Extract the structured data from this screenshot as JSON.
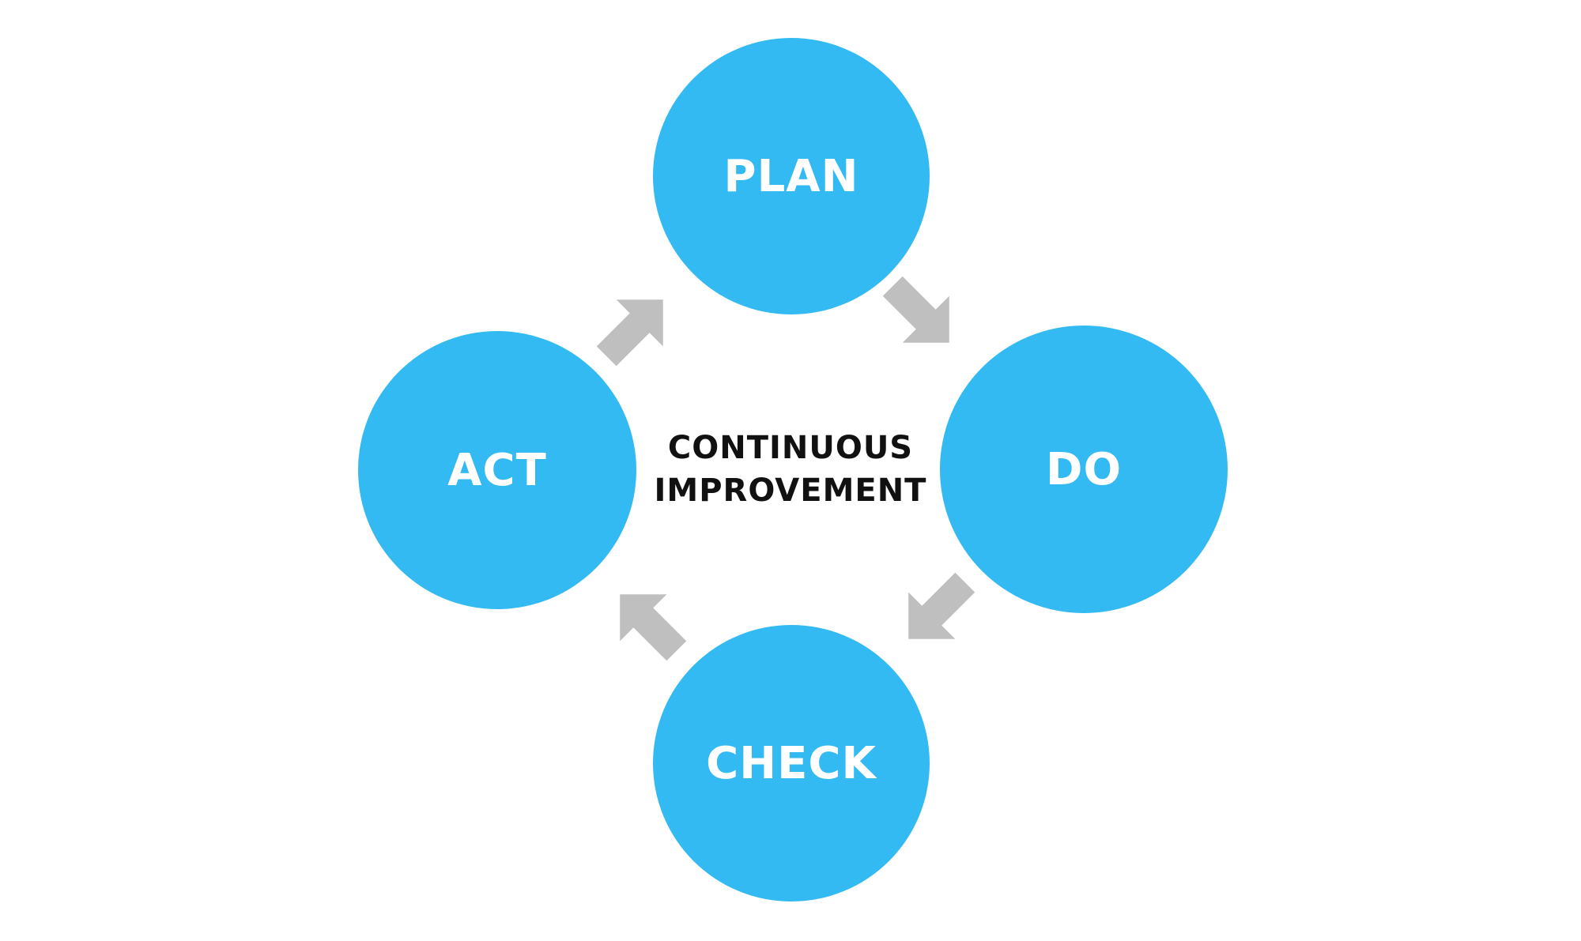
{
  "diagram": {
    "center": {
      "line1": "CONTINUOUS",
      "line2": "IMPROVEMENT"
    },
    "steps": [
      {
        "id": "plan",
        "label": "PLAN"
      },
      {
        "id": "do",
        "label": "DO"
      },
      {
        "id": "check",
        "label": "CHECK"
      },
      {
        "id": "act",
        "label": "ACT"
      }
    ]
  },
  "colors": {
    "circle_fill": "#33baf2",
    "circle_text": "#ffffff",
    "arrow_fill": "#bfbfbf",
    "center_text": "#111111",
    "background": "#ffffff"
  },
  "icons": {
    "arrow": "block-arrow-icon"
  }
}
